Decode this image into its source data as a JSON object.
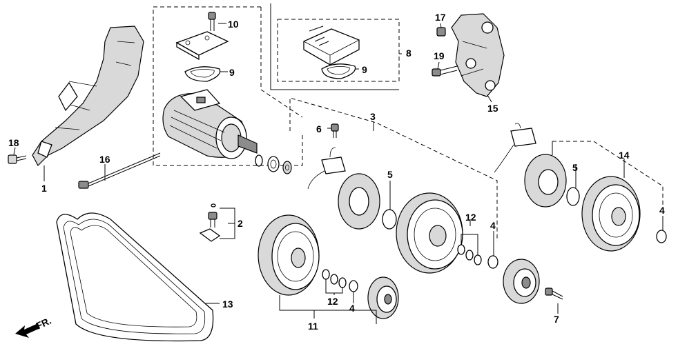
{
  "callouts": {
    "c1": "1",
    "c2": "2",
    "c3": "3",
    "c4a": "4",
    "c4b": "4",
    "c4c": "4",
    "c5a": "5",
    "c5b": "5",
    "c6": "6",
    "c7": "7",
    "c8": "8",
    "c9a": "9",
    "c9b": "9",
    "c10": "10",
    "c11": "11",
    "c12a": "12",
    "c12b": "12",
    "c13": "13",
    "c14": "14",
    "c15": "15",
    "c16": "16",
    "c17": "17",
    "c18": "18",
    "c19": "19"
  },
  "direction_label": "FR."
}
